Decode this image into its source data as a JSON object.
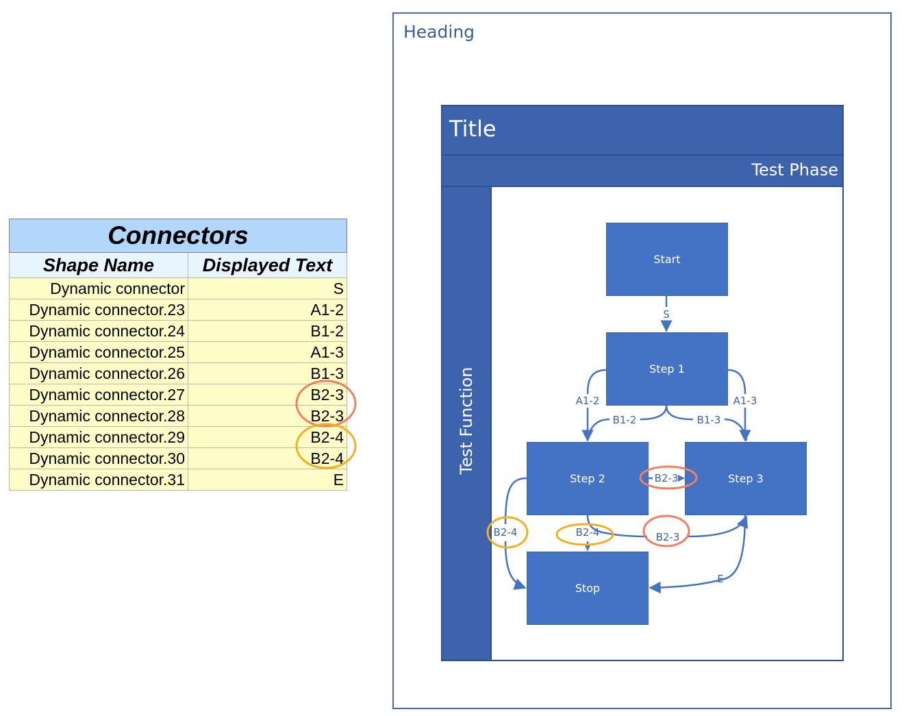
{
  "table": {
    "title": "Connectors",
    "columns": [
      "Shape Name",
      "Displayed Text"
    ],
    "rows": [
      {
        "shape_name": "Dynamic connector",
        "displayed_text": "S"
      },
      {
        "shape_name": "Dynamic connector.23",
        "displayed_text": "A1-2"
      },
      {
        "shape_name": "Dynamic connector.24",
        "displayed_text": "B1-2"
      },
      {
        "shape_name": "Dynamic connector.25",
        "displayed_text": "A1-3"
      },
      {
        "shape_name": "Dynamic connector.26",
        "displayed_text": "B1-3"
      },
      {
        "shape_name": "Dynamic connector.27",
        "displayed_text": "B2-3"
      },
      {
        "shape_name": "Dynamic connector.28",
        "displayed_text": "B2-3"
      },
      {
        "shape_name": "Dynamic connector.29",
        "displayed_text": "B2-4"
      },
      {
        "shape_name": "Dynamic connector.30",
        "displayed_text": "B2-4"
      },
      {
        "shape_name": "Dynamic connector.31",
        "displayed_text": "E"
      }
    ],
    "highlights": [
      {
        "rows": [
          5,
          6
        ],
        "color": "#f08060"
      },
      {
        "rows": [
          7,
          8
        ],
        "color": "#f0b020"
      }
    ]
  },
  "diagram": {
    "heading": "Heading",
    "title": "Title",
    "phase": "Test Phase",
    "swimlane": "Test Function",
    "shapes": {
      "start": "Start",
      "step1": "Step 1",
      "step2": "Step 2",
      "step3": "Step 3",
      "stop": "Stop"
    },
    "connectors": [
      {
        "id": "s",
        "label": "S",
        "from": "Start",
        "to": "Step 1"
      },
      {
        "id": "a12",
        "label": "A1-2",
        "from": "Step 1",
        "to": "Step 2"
      },
      {
        "id": "b12",
        "label": "B1-2",
        "from": "Step 1",
        "to": "Step 2"
      },
      {
        "id": "a13",
        "label": "A1-3",
        "from": "Step 1",
        "to": "Step 3"
      },
      {
        "id": "b13",
        "label": "B1-3",
        "from": "Step 1",
        "to": "Step 3"
      },
      {
        "id": "b23a",
        "label": "B2-3",
        "from": "Step 2",
        "to": "Step 3",
        "highlight": "#f08060"
      },
      {
        "id": "b23b",
        "label": "B2-3",
        "from": "Step 2",
        "to": "Step 3",
        "highlight": "#f08060"
      },
      {
        "id": "b24a",
        "label": "B2-4",
        "from": "Step 2",
        "to": "Stop",
        "highlight": "#f0b020"
      },
      {
        "id": "b24b",
        "label": "B2-4",
        "from": "Step 2",
        "to": "Stop",
        "highlight": "#f0b020"
      },
      {
        "id": "e",
        "label": "E",
        "from": "Step 3",
        "to": "Stop"
      }
    ],
    "colors": {
      "shape_fill": "#4472c4",
      "lane_fill": "#3d63ac",
      "connector": "#4472c4",
      "highlight_orange": "#f08060",
      "highlight_yellow": "#f0b020"
    }
  }
}
